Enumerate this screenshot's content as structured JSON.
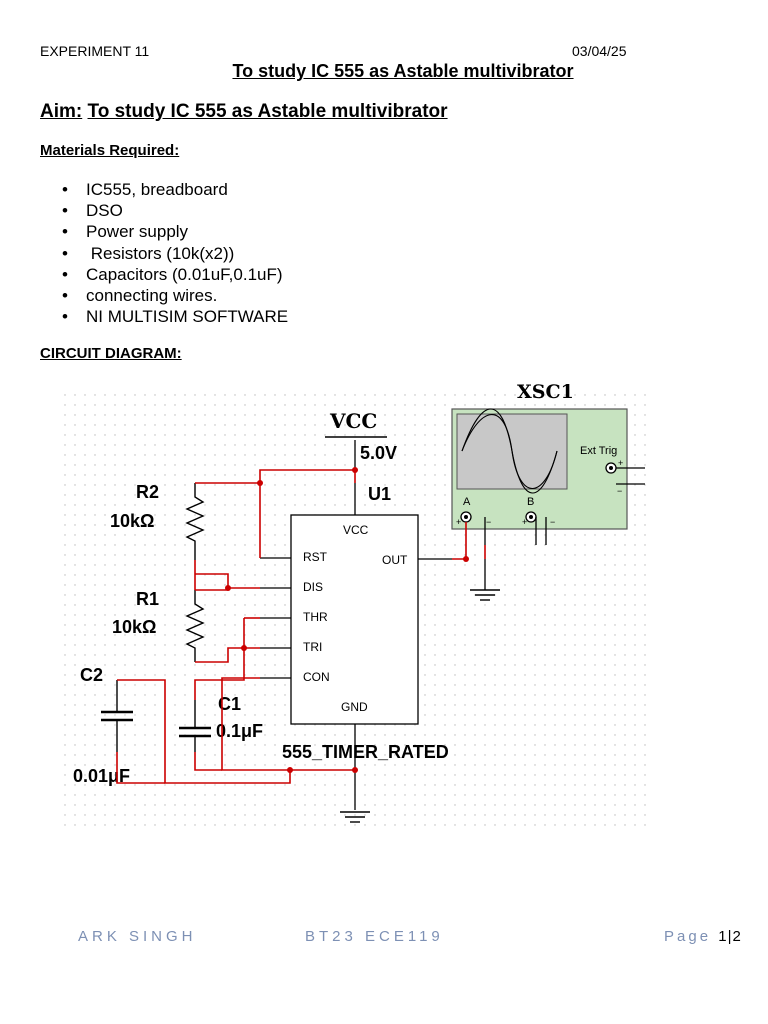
{
  "header": {
    "experiment_label": "EXPERIMENT 11",
    "date": "03/04/25",
    "title": "To study IC 555 as Astable  multivibrator"
  },
  "aim": {
    "label": "Aim:",
    "text": "To study IC 555 as Astable  multivibrator"
  },
  "materials": {
    "heading": "Materials Required:",
    "items": [
      "IC555, breadboard",
      "DSO",
      "Power supply",
      " Resistors (10k(x2))",
      "Capacitors (0.01uF,0.1uF)",
      "connecting wires.",
      "NI MULTISIM SOFTWARE"
    ]
  },
  "circuit": {
    "heading": "CIRCUIT DIAGRAM:",
    "scope_label": "XSC1",
    "scope_ext_trig": "Ext Trig",
    "scope_ch_a": "A",
    "scope_ch_b": "B",
    "vcc_label": "VCC",
    "vcc_value": "5.0V",
    "ic_ref": "U1",
    "ic_pins": {
      "vcc": "VCC",
      "rst": "RST",
      "dis": "DIS",
      "thr": "THR",
      "tri": "TRI",
      "con": "CON",
      "out": "OUT",
      "gnd": "GND"
    },
    "ic_part": "555_TIMER_RATED",
    "r2_ref": "R2",
    "r2_value": "10kΩ",
    "r1_ref": "R1",
    "r1_value": "10kΩ",
    "c1_ref": "C1",
    "c1_value": "0.1μF",
    "c2_ref": "C2",
    "c2_value": "0.01μF",
    "plus": "+",
    "minus": "−"
  },
  "footer": {
    "name": "ARK SINGH",
    "roll": "BT23 ECE119",
    "page_word": "Page",
    "page_num": "1",
    "page_sep": "|",
    "page_total": "2"
  },
  "colors": {
    "wire_red": "#cc0000",
    "wire_black": "#000000",
    "scope_fill": "#c7e3c0",
    "scope_screen": "#c8c8c8",
    "footer_text": "#7d90b4"
  }
}
